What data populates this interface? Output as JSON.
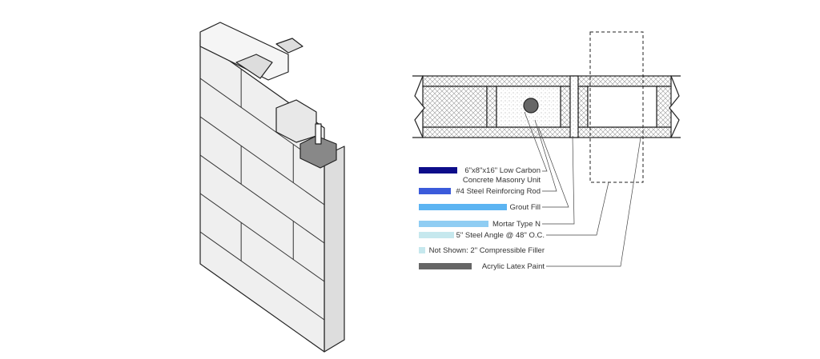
{
  "legend": [
    {
      "lines": [
        "6\"x8\"x16\" Low Carbon",
        "Concrete Masonry Unit"
      ],
      "color": "#0d0d8a"
    },
    {
      "lines": [
        "#4 Steel Reinforcing Rod"
      ],
      "color": "#3b5bdb"
    },
    {
      "lines": [
        "Grout Fill"
      ],
      "color": "#5cb4f2"
    },
    {
      "lines": [
        "Mortar Type N"
      ],
      "color": "#8fcdf3"
    },
    {
      "lines": [
        "5\" Steel Angle @ 48\" O.C."
      ],
      "color": "#c6e8ee"
    },
    {
      "lines": [
        "Not Shown: 2\" Compressible Filler"
      ],
      "color": "#c6e8ee"
    },
    {
      "lines": [
        "Acrylic Latex Paint"
      ],
      "color": "#666666"
    }
  ]
}
